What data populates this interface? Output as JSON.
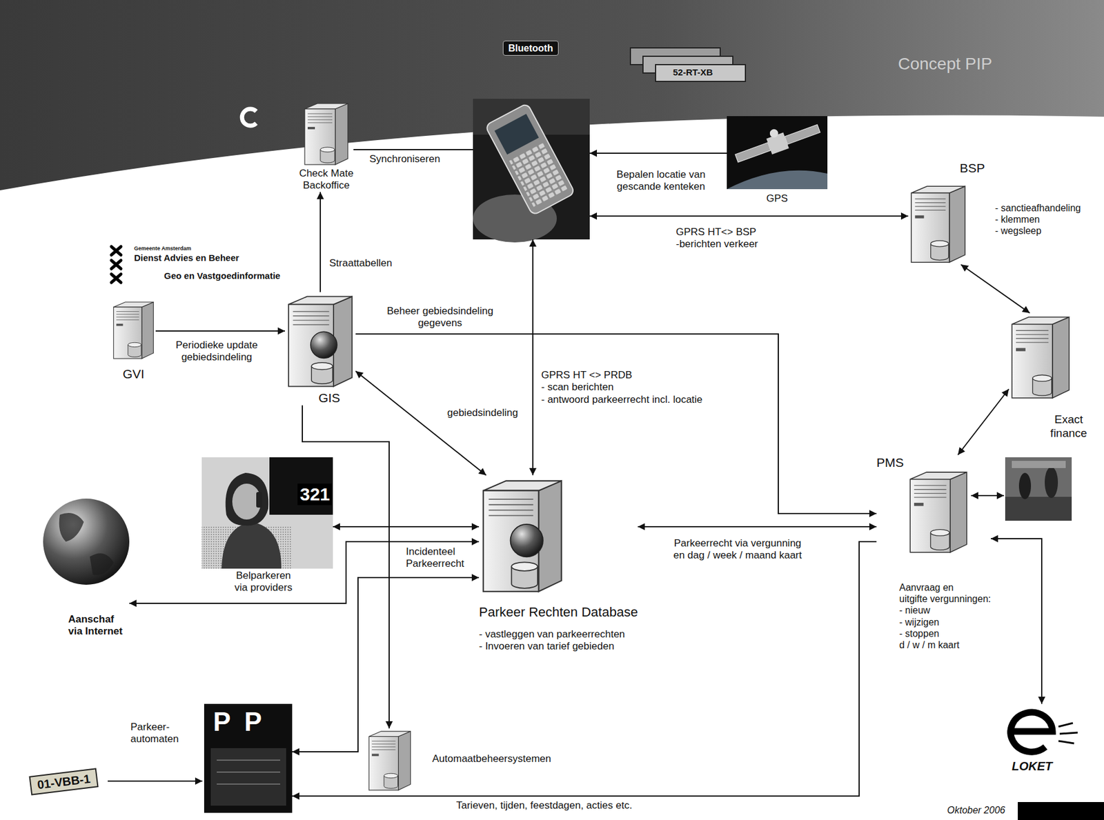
{
  "diagram": {
    "nodes": [
      {
        "text": [
          "Check Mate Backoffice"
        ]
      },
      {
        "text": [
          "Bluetooth"
        ]
      },
      {
        "text": [
          "GPS"
        ]
      },
      {
        "text": [
          "BSP",
          "- sanctieafhandeling - klemmen - wegsleep"
        ]
      },
      {
        "text": [
          "GVI"
        ]
      },
      {
        "text": [
          "GIS"
        ]
      },
      {
        "text": [
          "Exact finance"
        ]
      },
      {
        "text": [
          "PMS",
          "Aanvraag en uitgifte vergunningen: - nieuw - wijzigen - stoppen d / w / m kaart"
        ]
      },
      {
        "text": [
          "Belparkeren via providers"
        ]
      },
      {
        "text": [
          "Parkeer Rechten Database",
          "- vastleggen van parkeerrechten - Invoeren van tarief gebieden"
        ]
      },
      {
        "text": [
          "Aanschaf via Internet"
        ]
      },
      {
        "text": [
          "Parkeer- automaten"
        ]
      },
      {
        "text": [
          "Automaatbeheersystemen"
        ]
      },
      {
        "text": [
          "LOKET"
        ]
      }
    ],
    "edges": [
      {
        "from": 5,
        "to": 0,
        "label": "Straattabellen",
        "arrow": "to"
      },
      {
        "from": 0,
        "to": 1,
        "label": "Synchroniseren",
        "arrow": "none"
      },
      {
        "from": 2,
        "to": 1,
        "label": "Bepalen locatie van gescande kenteken",
        "arrow": "to"
      },
      {
        "from": 1,
        "to": 3,
        "label": "GPRS HT<> BSP -berichten verkeer",
        "arrow": "both"
      },
      {
        "from": 1,
        "to": 9,
        "label": "GPRS HT <> PRDB - scan berichten - antwoord parkeerrecht incl. locatie",
        "arrow": "both"
      },
      {
        "from": 4,
        "to": 5,
        "label": "Periodieke update gebiedsindeling",
        "arrow": "to"
      },
      {
        "from": 5,
        "to": 7,
        "label": "Beheer gebiedsindeling gegevens",
        "arrow": "to"
      },
      {
        "from": 5,
        "to": 9,
        "label": "gebiedsindeling",
        "arrow": "both"
      },
      {
        "from": 5,
        "to": 12,
        "arrow": "to"
      },
      {
        "from": 3,
        "to": 6,
        "arrow": "both"
      },
      {
        "from": 6,
        "to": 7,
        "arrow": "both"
      },
      {
        "from": 7,
        "to": 13,
        "arrow": "both"
      },
      {
        "from": 9,
        "to": 7,
        "label": "Parkeerrecht via vergunning en dag / week / maand kaart",
        "arrow": "both"
      },
      {
        "from": 8,
        "to": 9,
        "arrow": "both"
      },
      {
        "from": 10,
        "to": 9,
        "label": "Incidenteel Parkeerrecht",
        "arrow": "both"
      },
      {
        "from": 11,
        "to": 9,
        "arrow": "both"
      },
      {
        "from": 7,
        "to": 11,
        "label": "Tarieven, tijden, feestdagen, acties etc.",
        "arrow": "to"
      }
    ],
    "labels": [
      "Concept PIP",
      "Gemeente Amsterdam",
      "Dienst Advies en Beheer",
      "Geo en Vastgoedinformatie",
      "52-RT-XB",
      "321",
      "P",
      "P",
      "01-VBB-1",
      "Oktober 2006"
    ]
  }
}
